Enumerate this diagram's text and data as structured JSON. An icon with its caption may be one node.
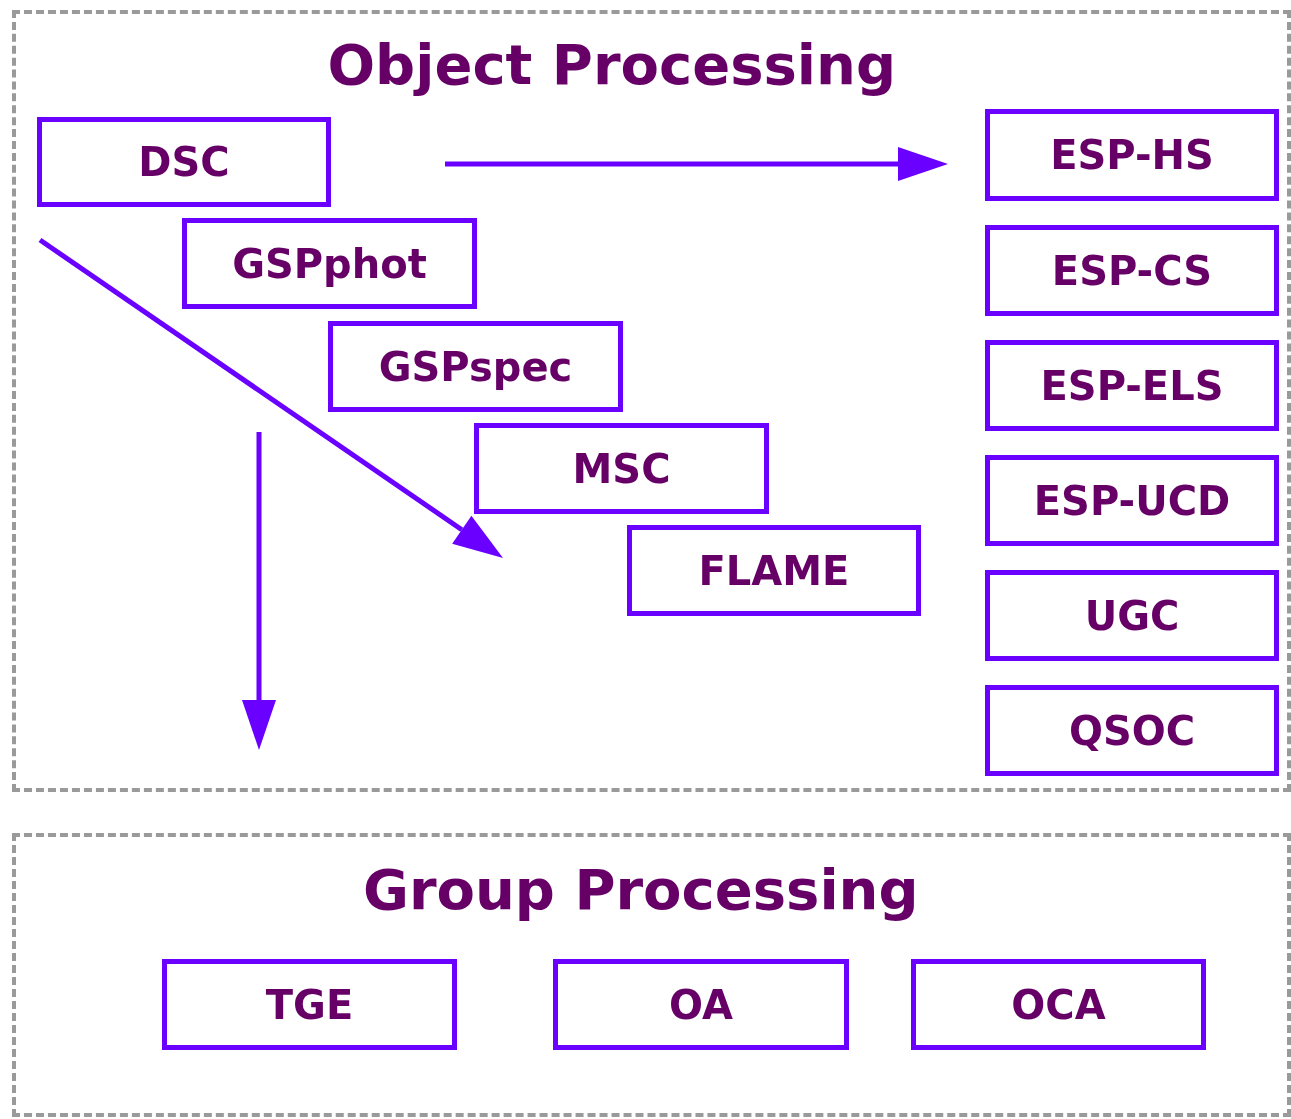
{
  "diagram": {
    "nodes": [
      {
        "text": [
          "Object Processing"
        ]
      },
      {
        "text": [
          "DSC"
        ],
        "in": 0
      },
      {
        "text": [
          "GSPphot"
        ],
        "in": 0
      },
      {
        "text": [
          "GSPspec"
        ],
        "in": 0
      },
      {
        "text": [
          "MSC"
        ],
        "in": 0
      },
      {
        "text": [
          "FLAME"
        ],
        "in": 0
      },
      {
        "text": [
          "ESP-HS"
        ],
        "in": 0
      },
      {
        "text": [
          "ESP-CS"
        ],
        "in": 0
      },
      {
        "text": [
          "ESP-ELS"
        ],
        "in": 0
      },
      {
        "text": [
          "ESP-UCD"
        ],
        "in": 0
      },
      {
        "text": [
          "UGC"
        ],
        "in": 0
      },
      {
        "text": [
          "QSOC"
        ],
        "in": 0
      },
      {
        "text": [
          "Group Processing"
        ]
      },
      {
        "text": [
          "TGE"
        ],
        "in": 12
      },
      {
        "text": [
          "OA"
        ],
        "in": 12
      },
      {
        "text": [
          "OCA"
        ],
        "in": 12
      }
    ]
  }
}
